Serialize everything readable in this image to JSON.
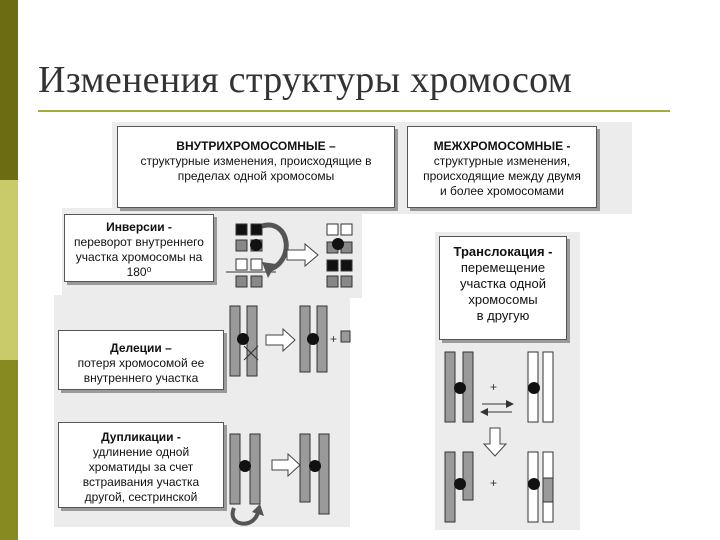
{
  "title": "Изменения структуры хромосом",
  "colors": {
    "sidebar_dark": "#6c6d12",
    "sidebar_light": "#c9cb6a",
    "rule": "#a7ab3c",
    "chromosome_fill": "#9a9a9a",
    "panel_bg": "#ececec"
  },
  "intra": {
    "heading": "ВНУТРИХРОМОСОМНЫЕ –",
    "text_lines": [
      "структурные изменения, происходящие в",
      "пределах одной хромосомы"
    ]
  },
  "inter": {
    "heading": "МЕЖХРОМОСОМНЫЕ -",
    "text_lines": [
      "структурные изменения,",
      "происходящие между двумя",
      "и более хромосомами"
    ]
  },
  "inversion": {
    "heading": "Инверсии -",
    "text_lines": [
      "переворот внутреннего",
      "участка хромосомы на",
      "180⁰"
    ]
  },
  "deletion": {
    "heading": "Делеции –",
    "text_lines": [
      "потеря хромосомой ее",
      "внутреннего участка"
    ],
    "plus": "+"
  },
  "duplication": {
    "heading": "Дупликации -",
    "text_lines": [
      "удлинение одной",
      "хроматиды за счет",
      "встраивания участка",
      "другой, сестринской"
    ]
  },
  "translocation": {
    "heading": "Транслокация -",
    "text_lines": [
      "перемещение",
      "участка одной",
      "хромосомы",
      "в другую"
    ],
    "plus_top": "+",
    "plus_bottom": "+"
  }
}
